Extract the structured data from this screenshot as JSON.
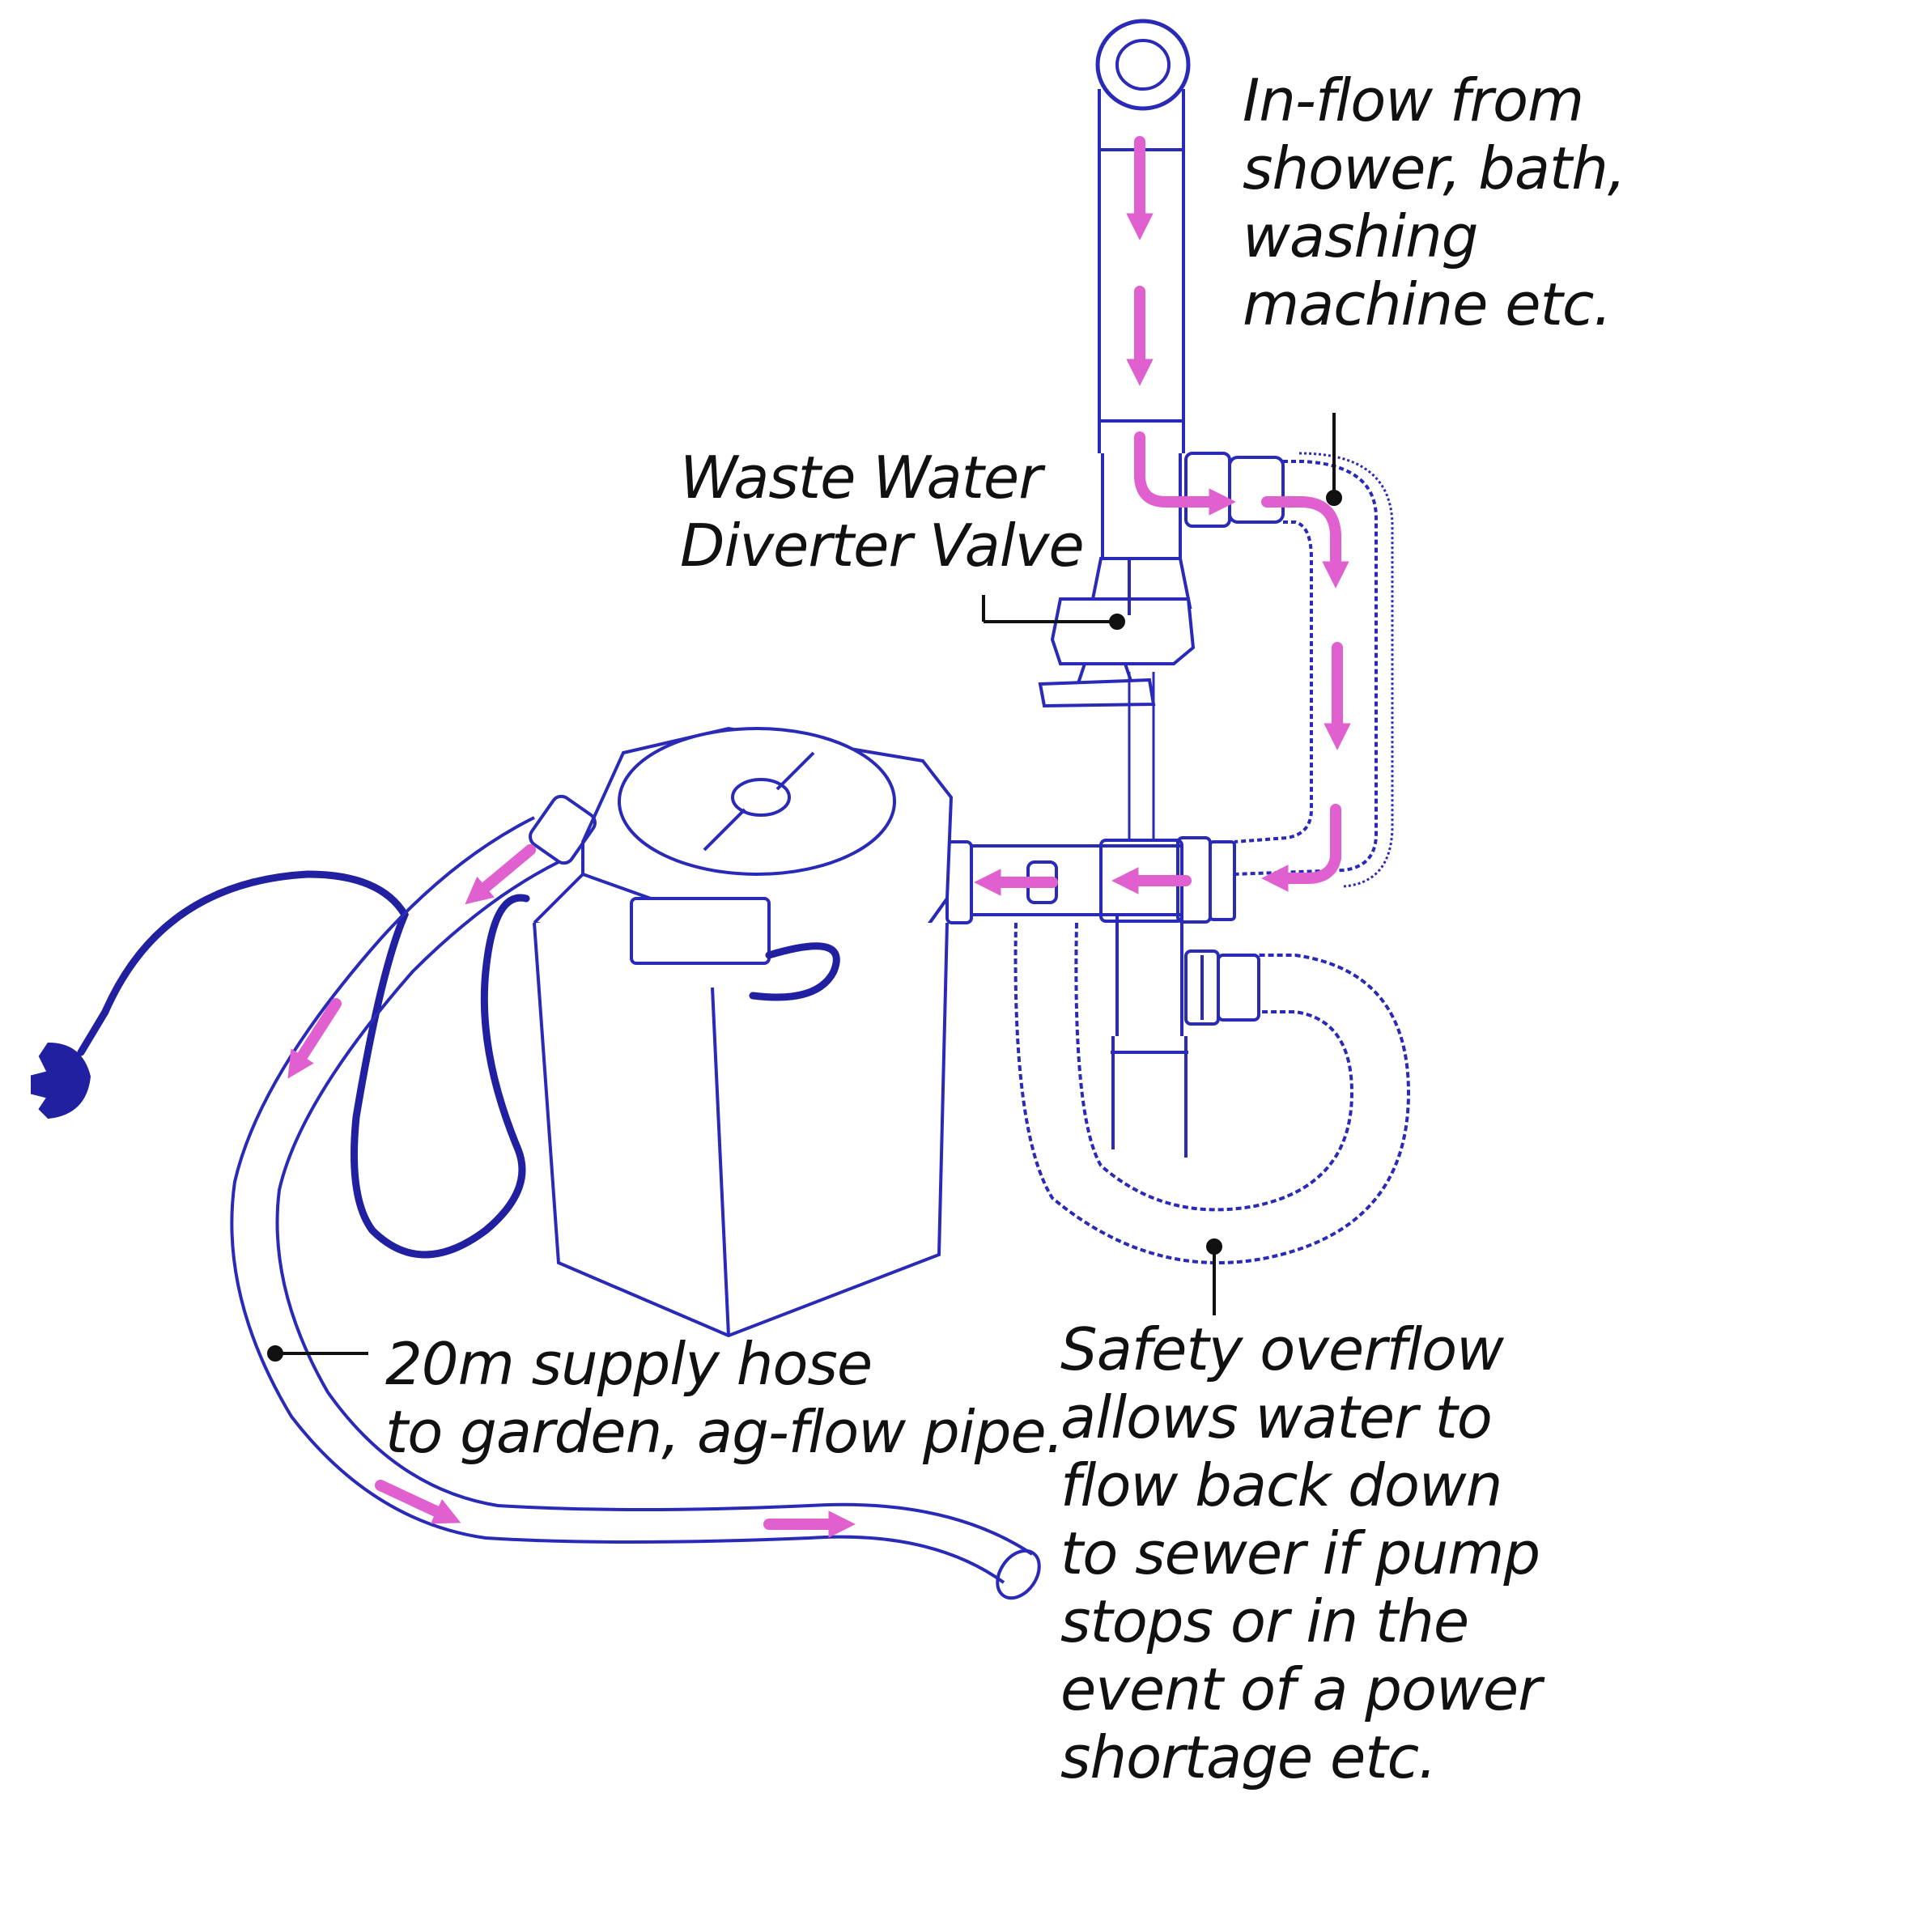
{
  "labels": {
    "inflow": [
      "In-flow from",
      "shower, bath,",
      "washing",
      "machine etc."
    ],
    "valve": [
      "Waste Water",
      "Diverter Valve"
    ],
    "hose": [
      "20m supply hose",
      "to garden, ag-flow pipe."
    ],
    "overflow": [
      "Safety overflow",
      "allows water to",
      "flow back down",
      "to sewer if pump",
      "stops or in the",
      "event of a power",
      "shortage etc."
    ]
  },
  "colors": {
    "line": "#2a2ab8",
    "cord": "#2020a0",
    "arrow": "#e060d0",
    "leader": "#111111"
  }
}
